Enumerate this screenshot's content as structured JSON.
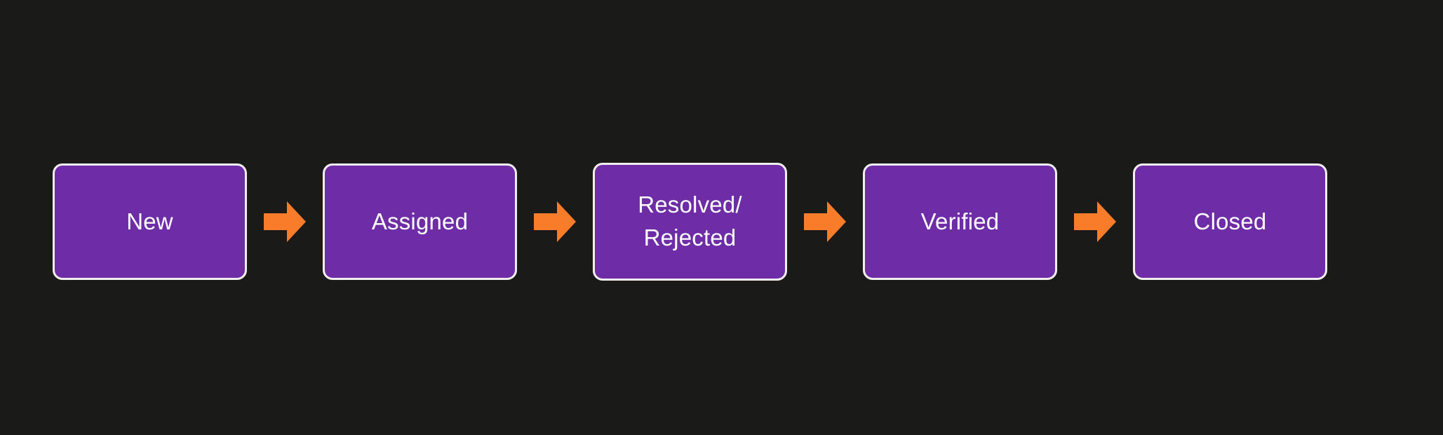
{
  "diagram": {
    "type": "horizontal-flowchart",
    "title": "",
    "background_color": "#1a1a19",
    "node_fill_color": "#6E2DA6",
    "node_border_color": "#f2f0ee",
    "node_text_color": "#ffffff",
    "arrow_color": "#F97C2B",
    "nodes": [
      {
        "id": "new",
        "label": "New",
        "lines": [
          "New"
        ]
      },
      {
        "id": "assigned",
        "label": "Assigned",
        "lines": [
          "Assigned"
        ]
      },
      {
        "id": "resolved-rejected",
        "label": "Resolved/\nRejected",
        "line1": "Resolved/",
        "line2": "Rejected"
      },
      {
        "id": "verified",
        "label": "Verified",
        "lines": [
          "Verified"
        ]
      },
      {
        "id": "closed",
        "label": "Closed",
        "lines": [
          "Closed"
        ]
      }
    ],
    "connectors": [
      {
        "id": "arrow-new-to-assigned",
        "from": "new",
        "to": "assigned",
        "icon": "right-arrow-icon"
      },
      {
        "id": "arrow-assigned-to-resolved",
        "from": "assigned",
        "to": "resolved-rejected",
        "icon": "right-arrow-icon"
      },
      {
        "id": "arrow-resolved-to-verified",
        "from": "resolved-rejected",
        "to": "verified",
        "icon": "right-arrow-icon"
      },
      {
        "id": "arrow-verified-to-closed",
        "from": "verified",
        "to": "closed",
        "icon": "right-arrow-icon"
      }
    ]
  }
}
